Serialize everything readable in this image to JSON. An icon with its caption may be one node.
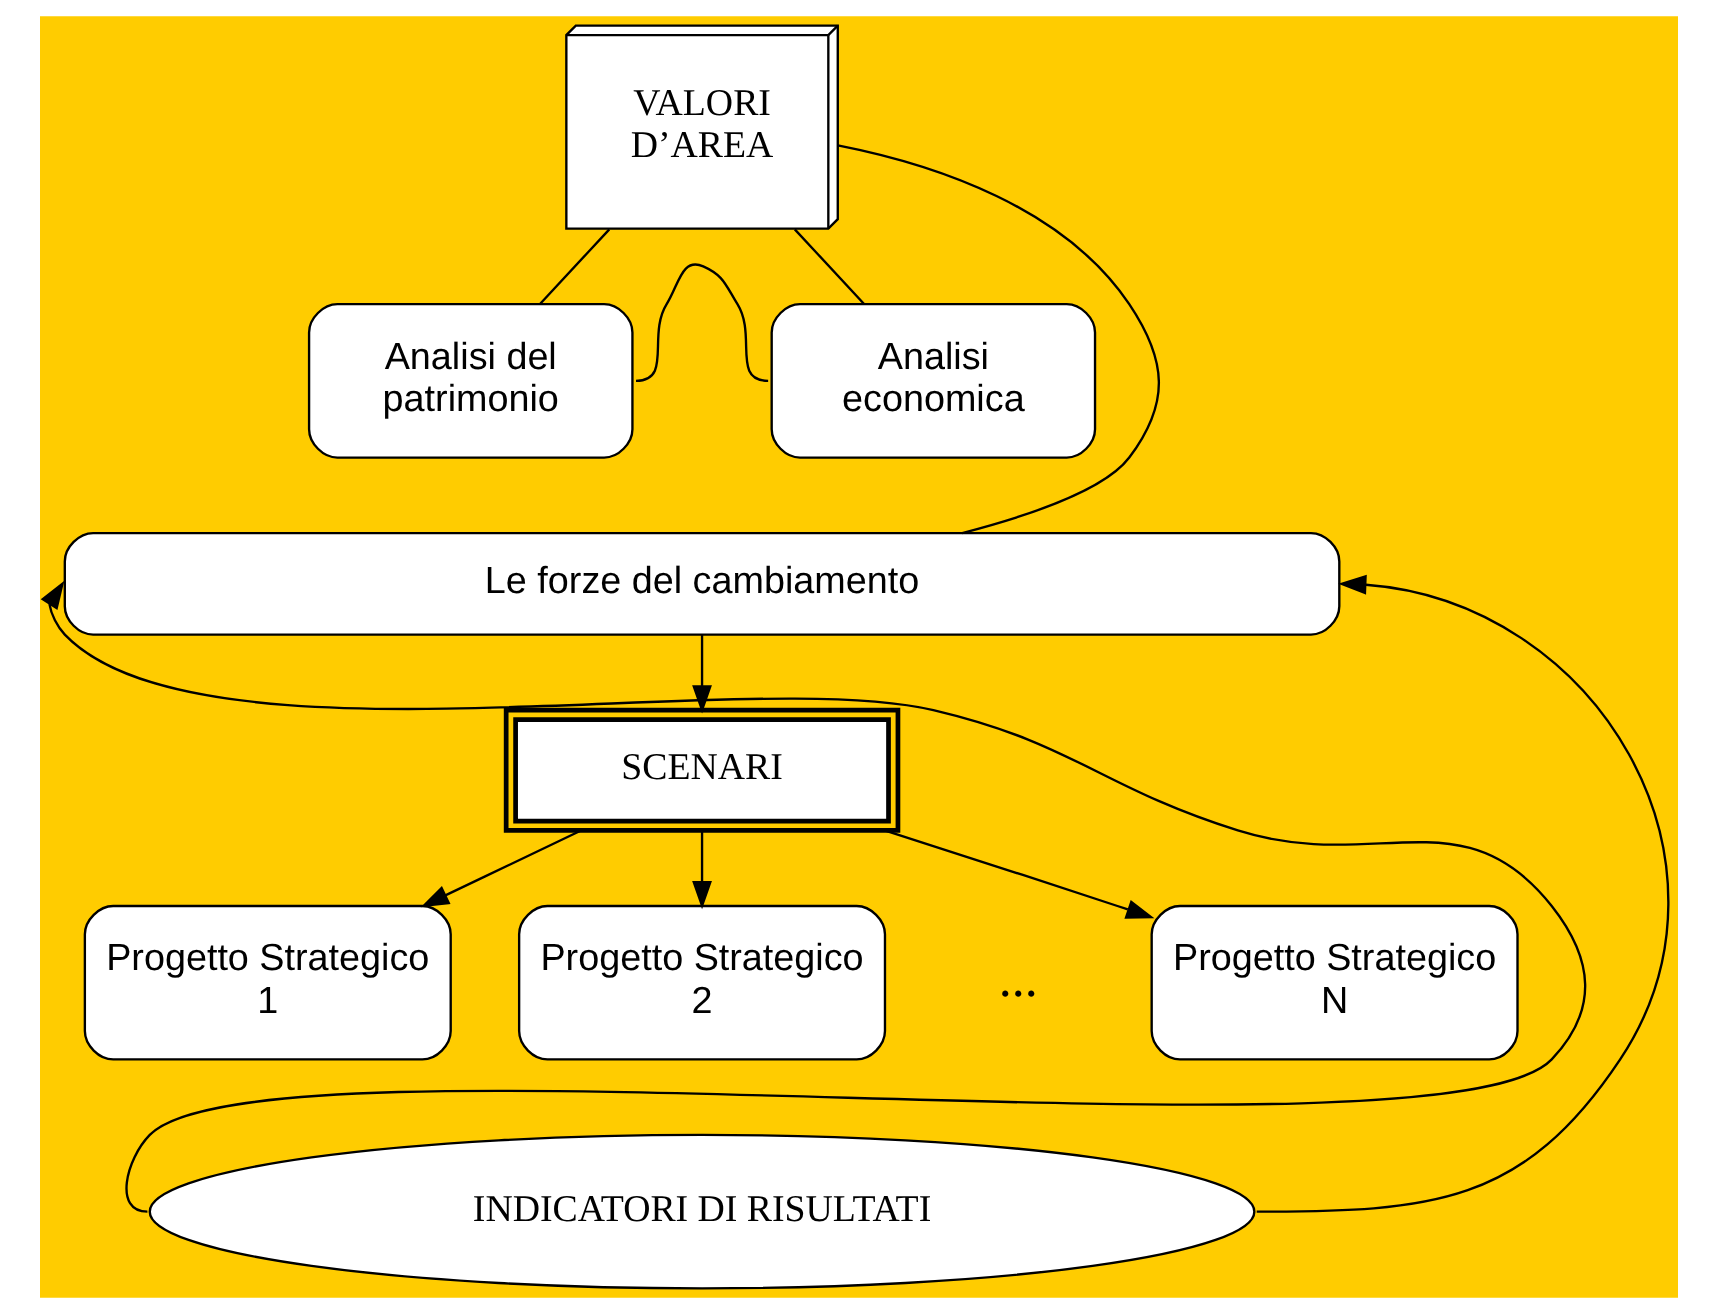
{
  "diagram": {
    "nodes": [
      {
        "text": [
          "VALORI D’AREA"
        ]
      },
      {
        "text": [
          "Analisi del patrimonio"
        ]
      },
      {
        "text": [
          "Analisi economica"
        ]
      },
      {
        "text": [
          "Le forze del cambiamento"
        ]
      },
      {
        "text": [
          "SCENARI"
        ]
      },
      {
        "text": [
          "Progetto Strategico 1"
        ]
      },
      {
        "text": [
          "Progetto Strategico 2"
        ]
      },
      {
        "text": [
          "Progetto Strategico N"
        ]
      },
      {
        "text": [
          "INDICATORI DI RISULTATI"
        ]
      }
    ],
    "edges": [
      {
        "from": 0,
        "to": 1,
        "arrow": "none"
      },
      {
        "from": 0,
        "to": 2,
        "arrow": "none"
      },
      {
        "from": 1,
        "to": 2,
        "arrow": "none"
      },
      {
        "from": 0,
        "to": 3,
        "arrow": "none"
      },
      {
        "from": 3,
        "to": 4,
        "arrow": "to"
      },
      {
        "from": 4,
        "to": 5,
        "arrow": "to"
      },
      {
        "from": 4,
        "to": 6,
        "arrow": "to"
      },
      {
        "from": 4,
        "to": 7,
        "arrow": "to"
      },
      {
        "from": 8,
        "to": 3,
        "arrow": "to"
      },
      {
        "from": 8,
        "to": 3,
        "arrow": "to"
      }
    ],
    "labels": [
      "..."
    ]
  }
}
